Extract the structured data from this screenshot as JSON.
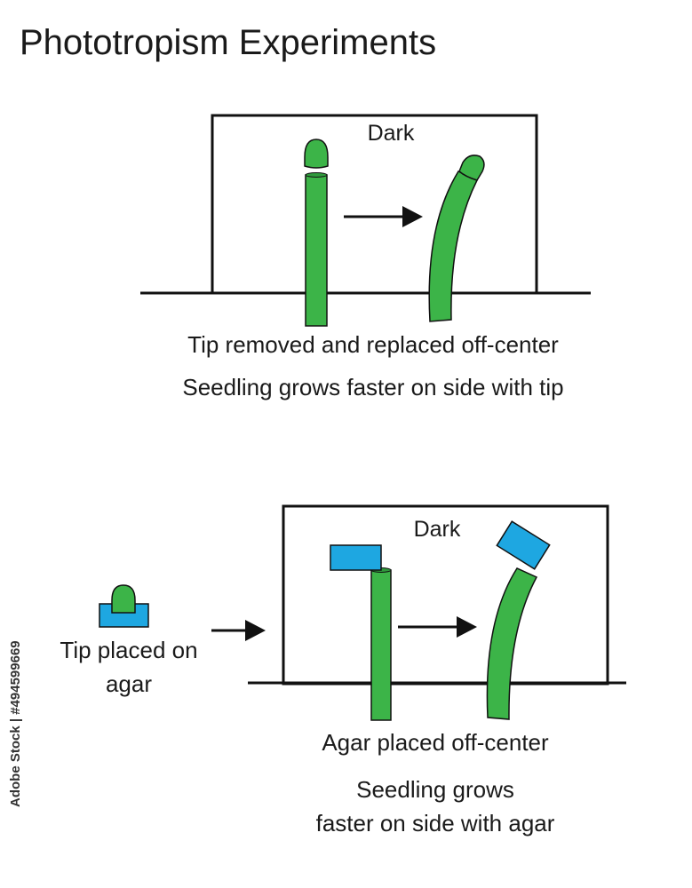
{
  "title": "Phototropism Experiments",
  "colors": {
    "seedling": "#3cb448",
    "agar": "#1ea7e1",
    "outline": "#111111",
    "background": "#ffffff"
  },
  "experiment1": {
    "box_label": "Dark",
    "caption_line1": "Tip removed and replaced off-center",
    "caption_line2": "Seedling grows faster on side with tip"
  },
  "experiment2": {
    "left_caption_line1": "Tip placed on",
    "left_caption_line2": "agar",
    "box_label": "Dark",
    "caption_line1": "Agar placed off-center",
    "caption_line2": "Seedling grows",
    "caption_line3": "faster on side with agar"
  },
  "stock_id": "Adobe Stock | #494599669"
}
